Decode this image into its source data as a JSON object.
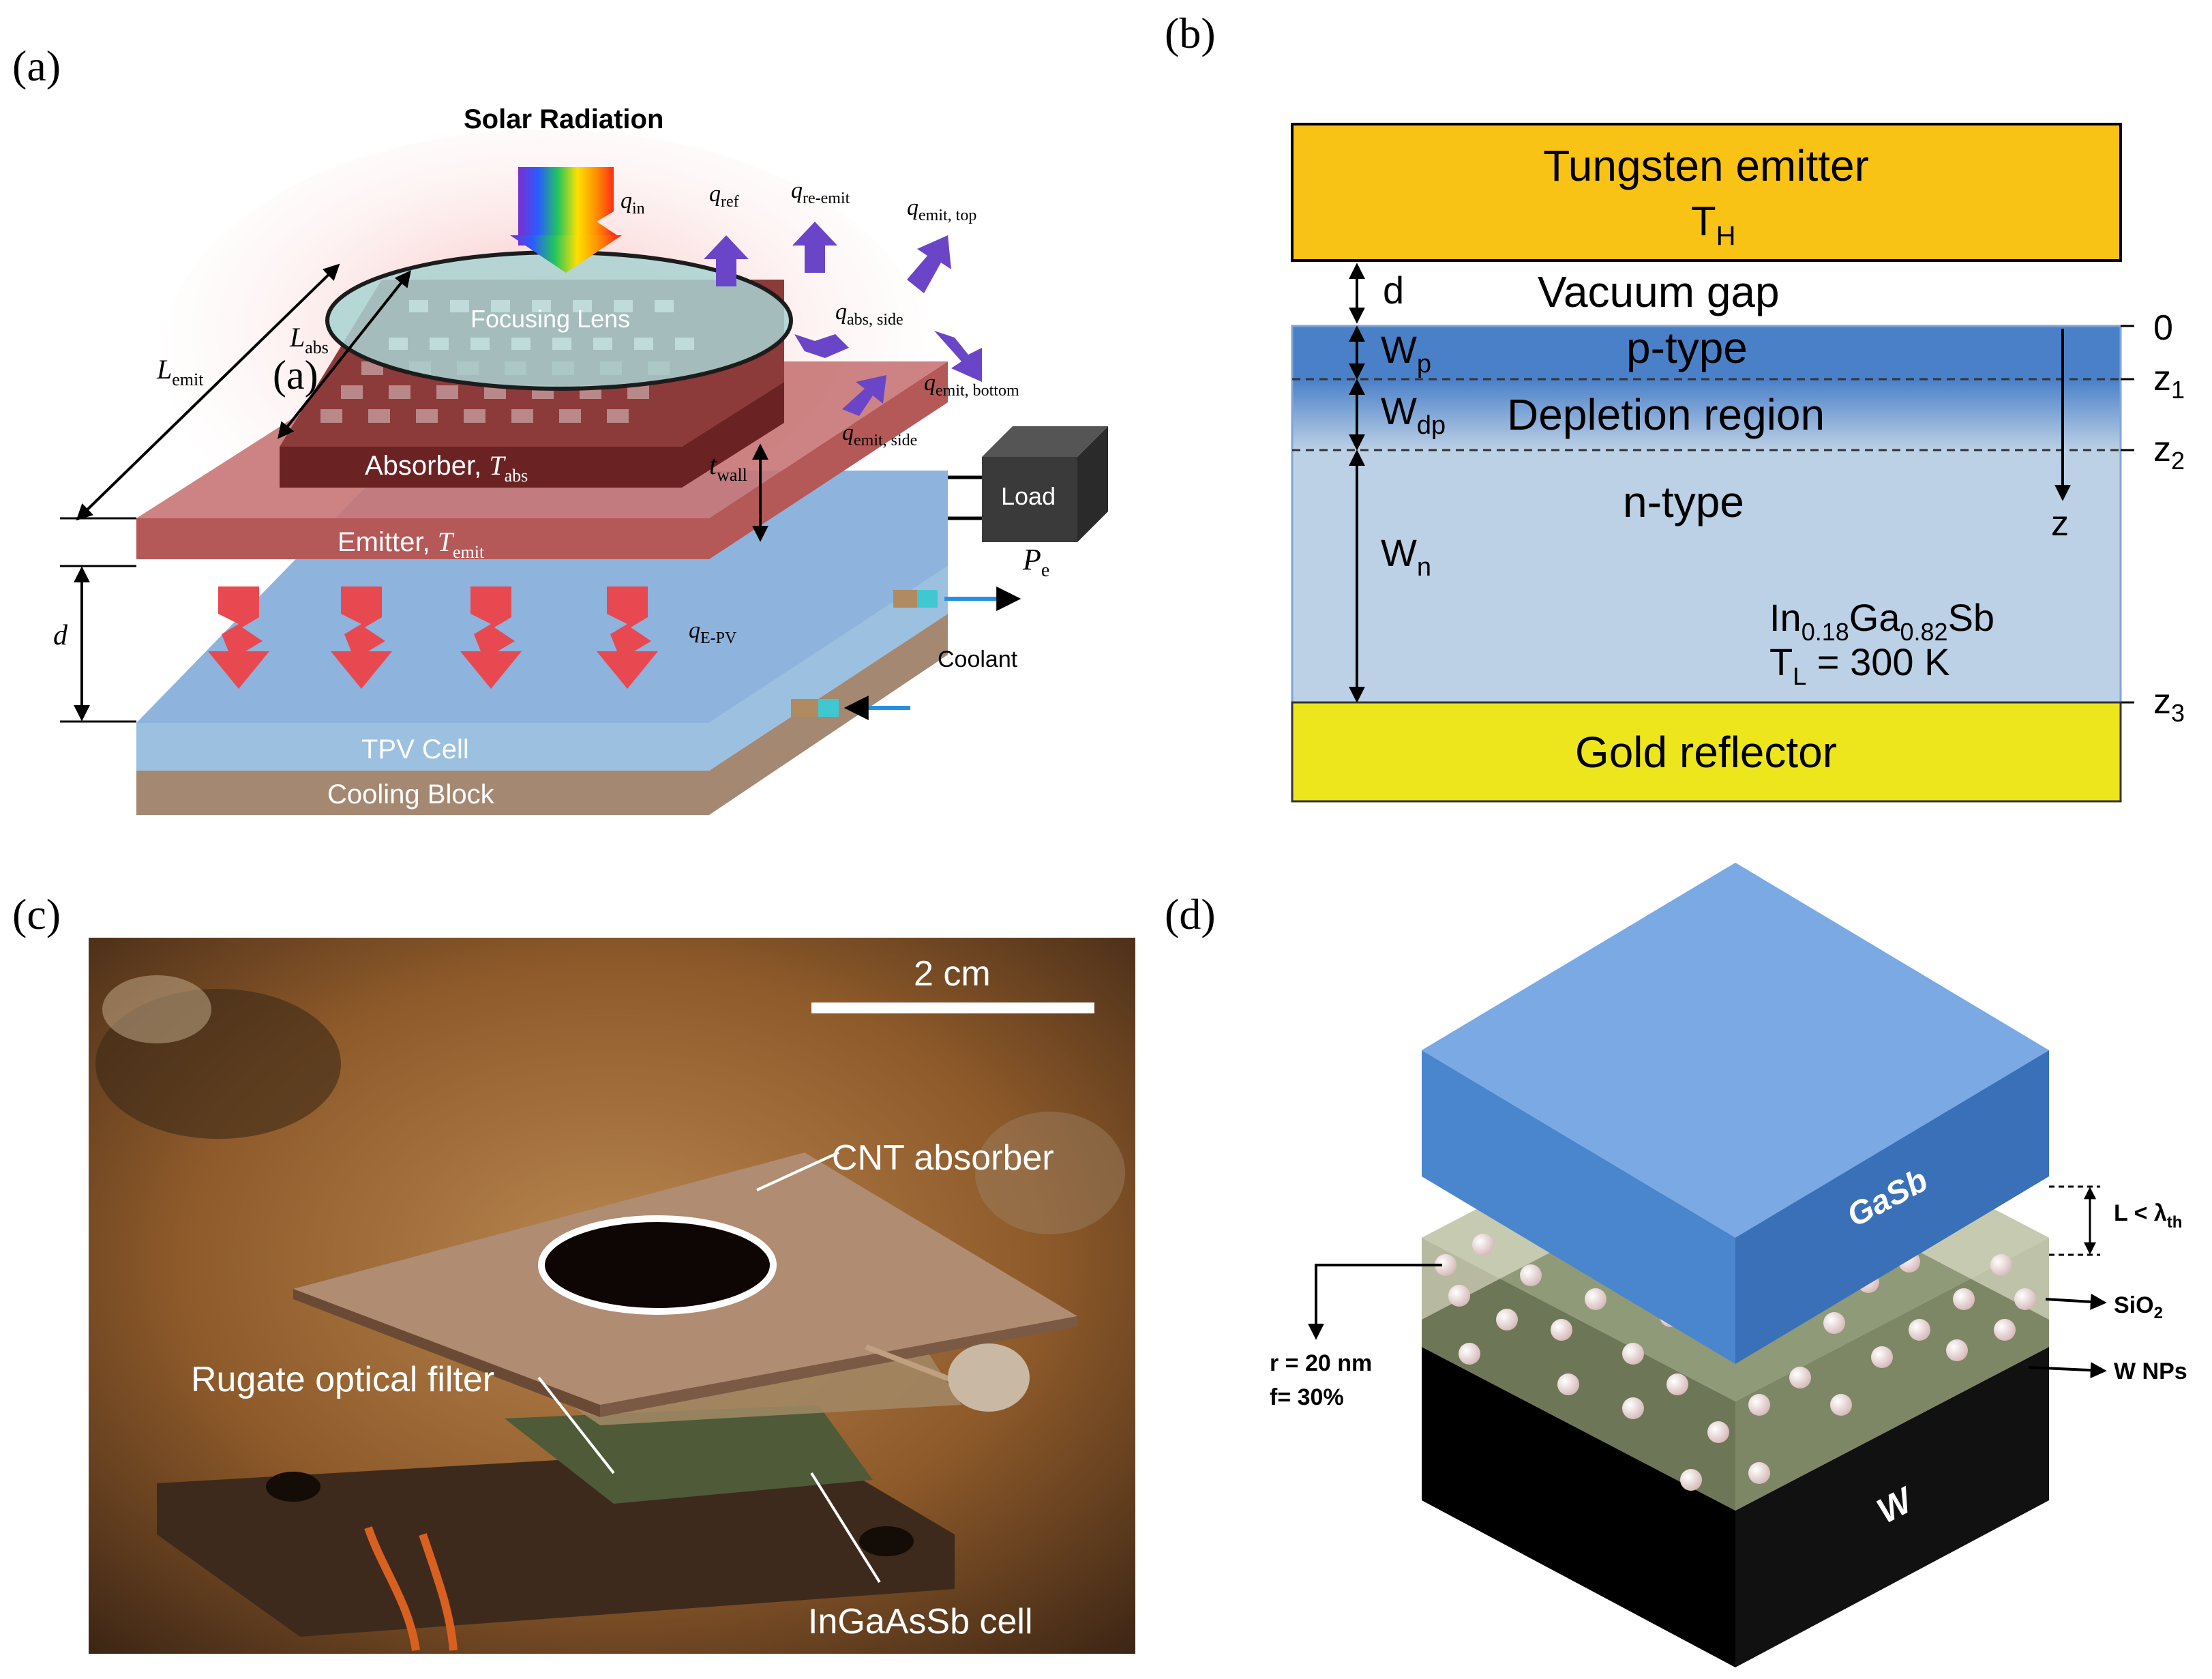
{
  "panels": {
    "a": {
      "label": "(a)",
      "title": "Solar Radiation",
      "lens": "Focusing Lens",
      "inner_mark": "(a)",
      "absorber": "Absorber, ",
      "absorber_sym": "T",
      "absorber_sub": "abs",
      "emitter": "Emitter, ",
      "emitter_sym": "T",
      "emitter_sub": "emit",
      "tpv": "TPV Cell",
      "cooling": "Cooling Block",
      "load": "Load",
      "coolant": "Coolant",
      "q": "q",
      "q_in": "in",
      "q_ref": "ref",
      "q_reemit": "re-emit",
      "q_emit_top": "emit, top",
      "q_abs_side": "abs, side",
      "q_emit_bottom": "emit, bottom",
      "q_emit_side": "emit, side",
      "q_epv": "E-PV",
      "L": "L",
      "L_emit": "emit",
      "L_abs": "abs",
      "t": "t",
      "t_wall": "wall",
      "d": "d",
      "P": "P",
      "P_e": "e"
    },
    "b": {
      "label": "(b)",
      "emitter": "Tungsten emitter",
      "TH": "T",
      "TH_sub": "H",
      "d": "d",
      "vacuum": "Vacuum gap",
      "W": "W",
      "Wp_sub": "p",
      "ptype": "p-type",
      "Wdp_sub": "dp",
      "depletion": "Depletion region",
      "ntype": "n-type",
      "Wn_sub": "n",
      "z": "z",
      "zero": "0",
      "z1_sub": "1",
      "z2_sub": "2",
      "z3_sub": "3",
      "mat1": "In",
      "mat1_sub": "0.18",
      "mat2": "Ga",
      "mat2_sub": "0.82",
      "mat3": "Sb",
      "TL": "T",
      "TL_sub": "L",
      "TL_val": " = 300 K",
      "gold": "Gold reflector"
    },
    "c": {
      "label": "(c)",
      "scale": "2 cm",
      "cnt": "CNT absorber",
      "rugate": "Rugate optical filter",
      "cell": "InGaAsSb cell"
    },
    "d": {
      "label": "(d)",
      "top": "GaSb",
      "bottom": "W",
      "L_label": "L < λ",
      "L_sub": "th",
      "sio2": "SiO",
      "sio2_sub": "2",
      "wnps": "W NPs",
      "r": "r = 20 nm",
      "f": "f= 30%"
    }
  },
  "colors": {
    "tungsten": "#F8C315",
    "ptype": "#4A80C8",
    "ntype": "#BCD0E6",
    "gold": "#EDE61C",
    "gasb": "#4A86CE",
    "absorber": "#6B2222",
    "emitter": "#B55858",
    "tpv": "#9CC0E0",
    "cooling": "#A58872"
  }
}
